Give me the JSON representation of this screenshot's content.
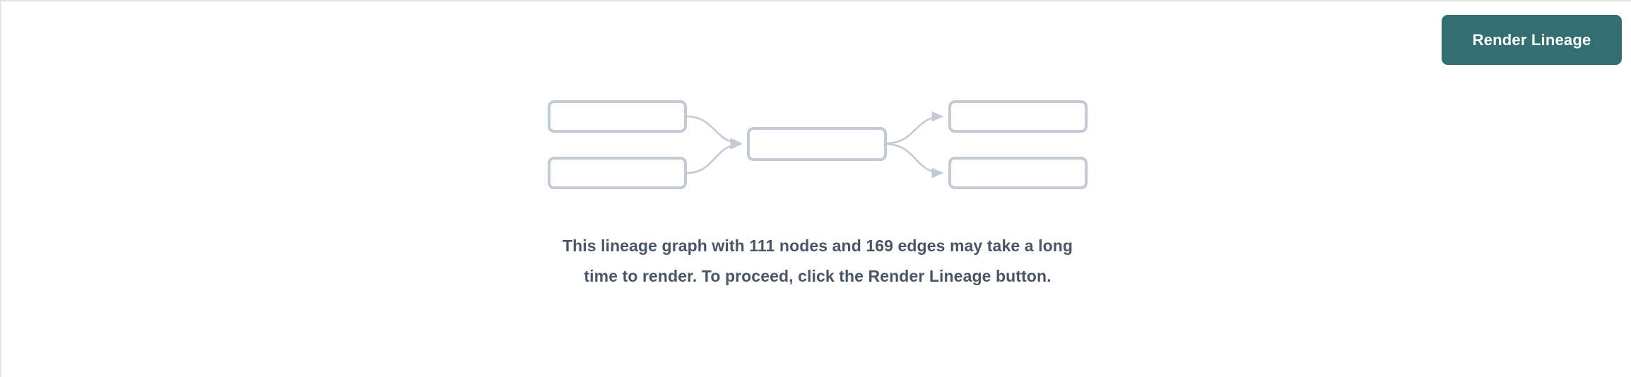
{
  "panel": {
    "background_color": "#ffffff",
    "border_color": "#e3e4e8"
  },
  "toolbar": {
    "render_lineage_label": "Render Lineage",
    "render_lineage_bg": "#336e72",
    "render_lineage_text_color": "#ffffff"
  },
  "placeholder_graph": {
    "node_border_color": "#c5cbd5",
    "edge_color": "#c5cbd5",
    "nodes": [
      {
        "id": "source-1",
        "label": ""
      },
      {
        "id": "source-2",
        "label": ""
      },
      {
        "id": "center",
        "label": ""
      },
      {
        "id": "target-1",
        "label": ""
      },
      {
        "id": "target-2",
        "label": ""
      }
    ],
    "edges": [
      {
        "from": "source-1",
        "to": "center"
      },
      {
        "from": "source-2",
        "to": "center"
      },
      {
        "from": "center",
        "to": "target-1"
      },
      {
        "from": "center",
        "to": "target-2"
      }
    ]
  },
  "message": {
    "text": "This lineage graph with 111 nodes and 169 edges may take a long time to render. To proceed, click the Render Lineage button.",
    "node_count": 111,
    "edge_count": 169,
    "text_color": "#4a5568"
  }
}
